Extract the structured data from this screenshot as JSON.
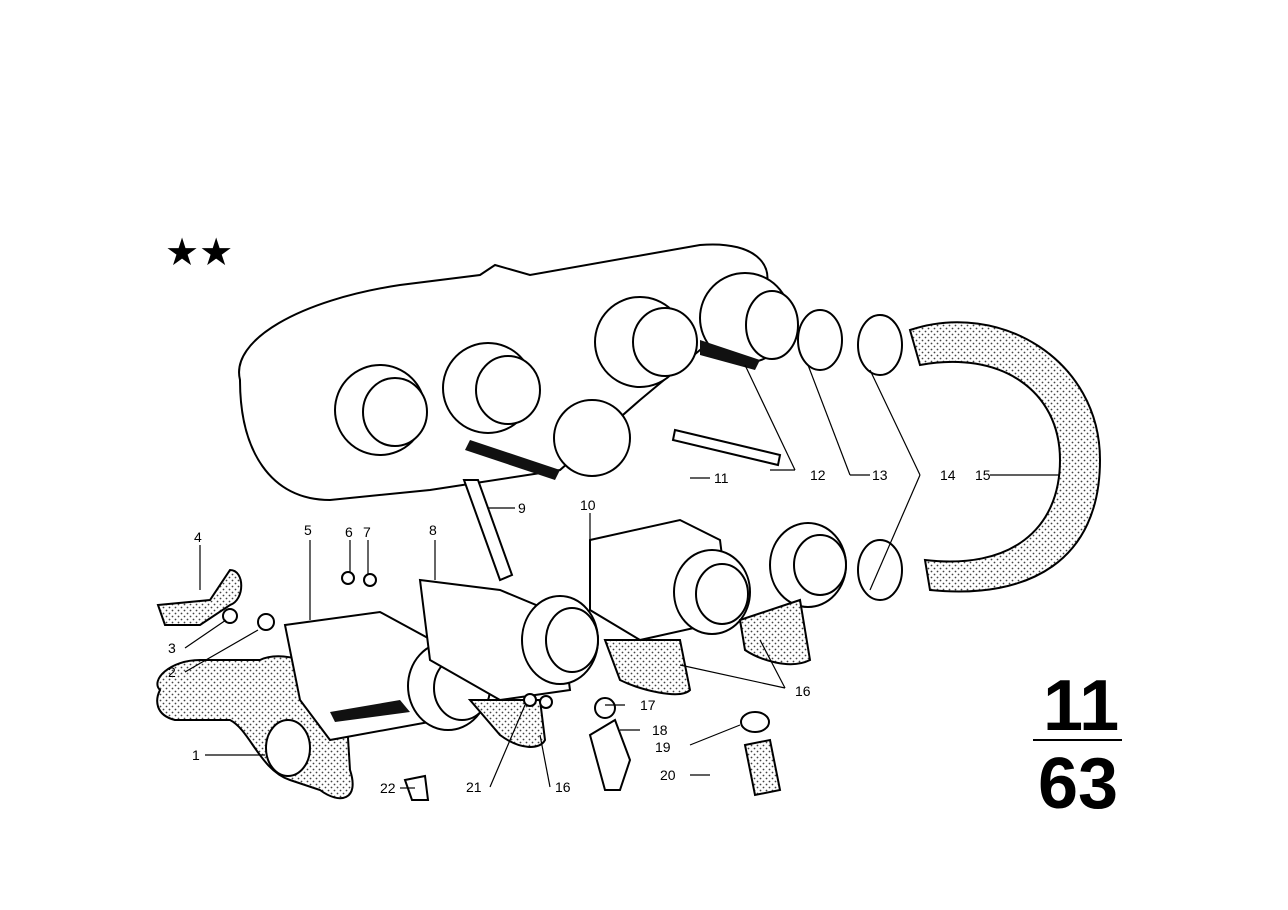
{
  "stars": "★★",
  "page_code": {
    "top": "11",
    "bottom": "63"
  },
  "labels": [
    "1",
    "2",
    "3",
    "4",
    "5",
    "6",
    "7",
    "8",
    "9",
    "10",
    "11",
    "12",
    "13",
    "14",
    "15",
    "16",
    "16",
    "17",
    "18",
    "19",
    "20",
    "21",
    "22"
  ]
}
